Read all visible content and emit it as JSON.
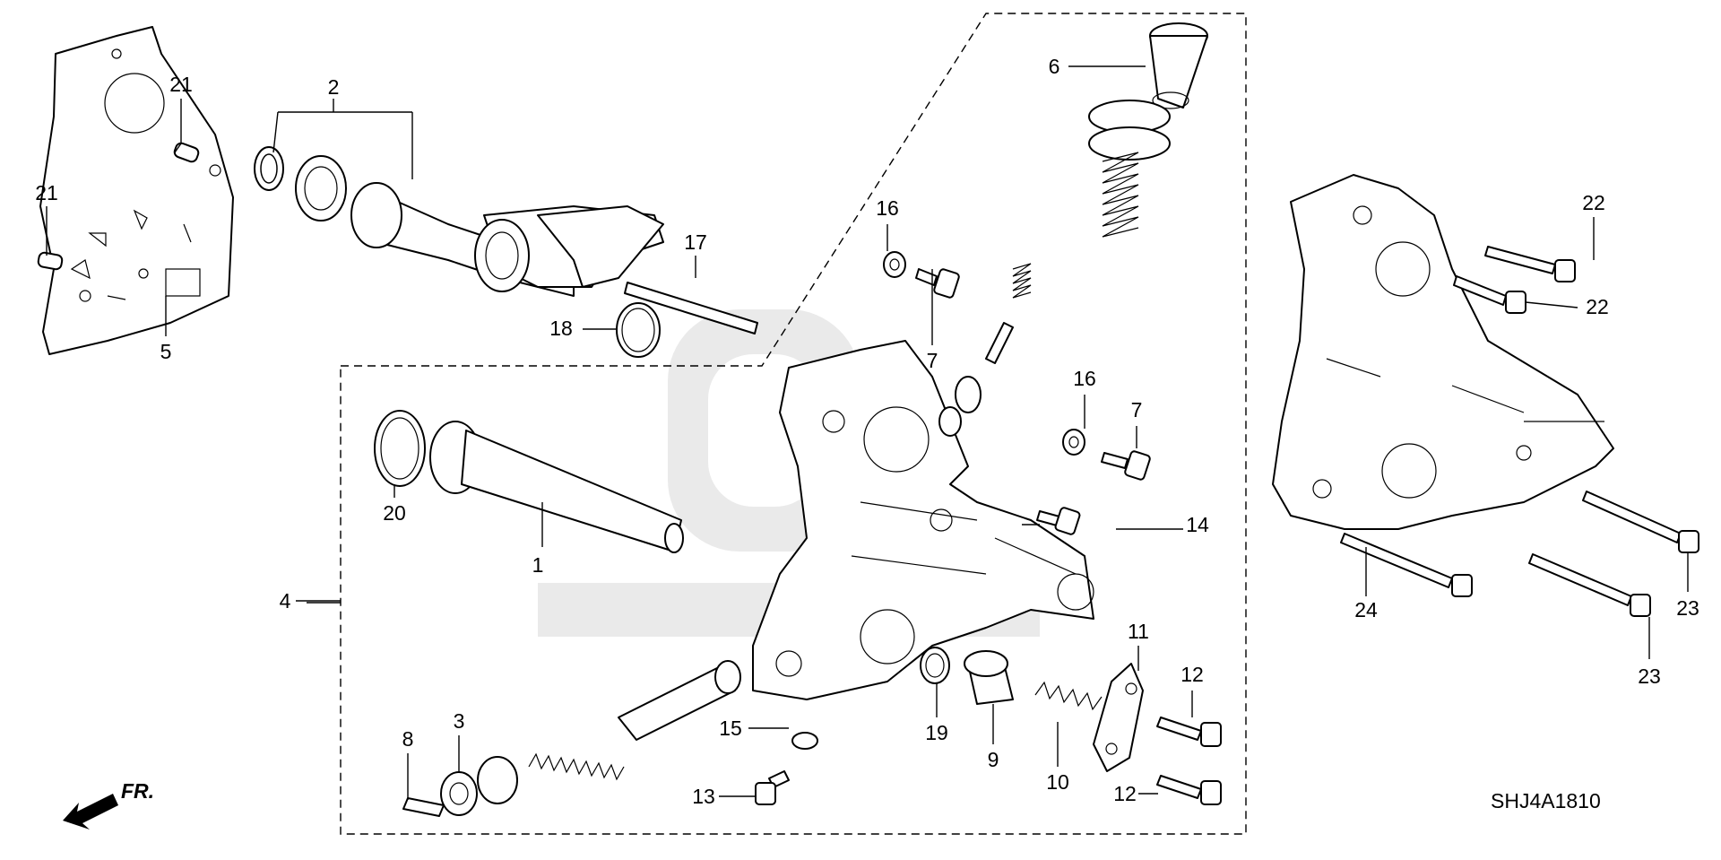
{
  "diagram_code": "SHJ4A1810",
  "direction_label": "FR.",
  "callouts": {
    "c1": "1",
    "c2": "2",
    "c3": "3",
    "c4": "4",
    "c5": "5",
    "c6": "6",
    "c7a": "7",
    "c7b": "7",
    "c8": "8",
    "c9": "9",
    "c10": "10",
    "c11": "11",
    "c12a": "12",
    "c12b": "12",
    "c13": "13",
    "c14": "14",
    "c15": "15",
    "c16a": "16",
    "c16b": "16",
    "c17": "17",
    "c18": "18",
    "c19": "19",
    "c20": "20",
    "c21a": "21",
    "c21b": "21",
    "c22a": "22",
    "c22b": "22",
    "c23a": "23",
    "c23b": "23",
    "c24": "24"
  },
  "watermark_icon": "honda-logo-watermark"
}
